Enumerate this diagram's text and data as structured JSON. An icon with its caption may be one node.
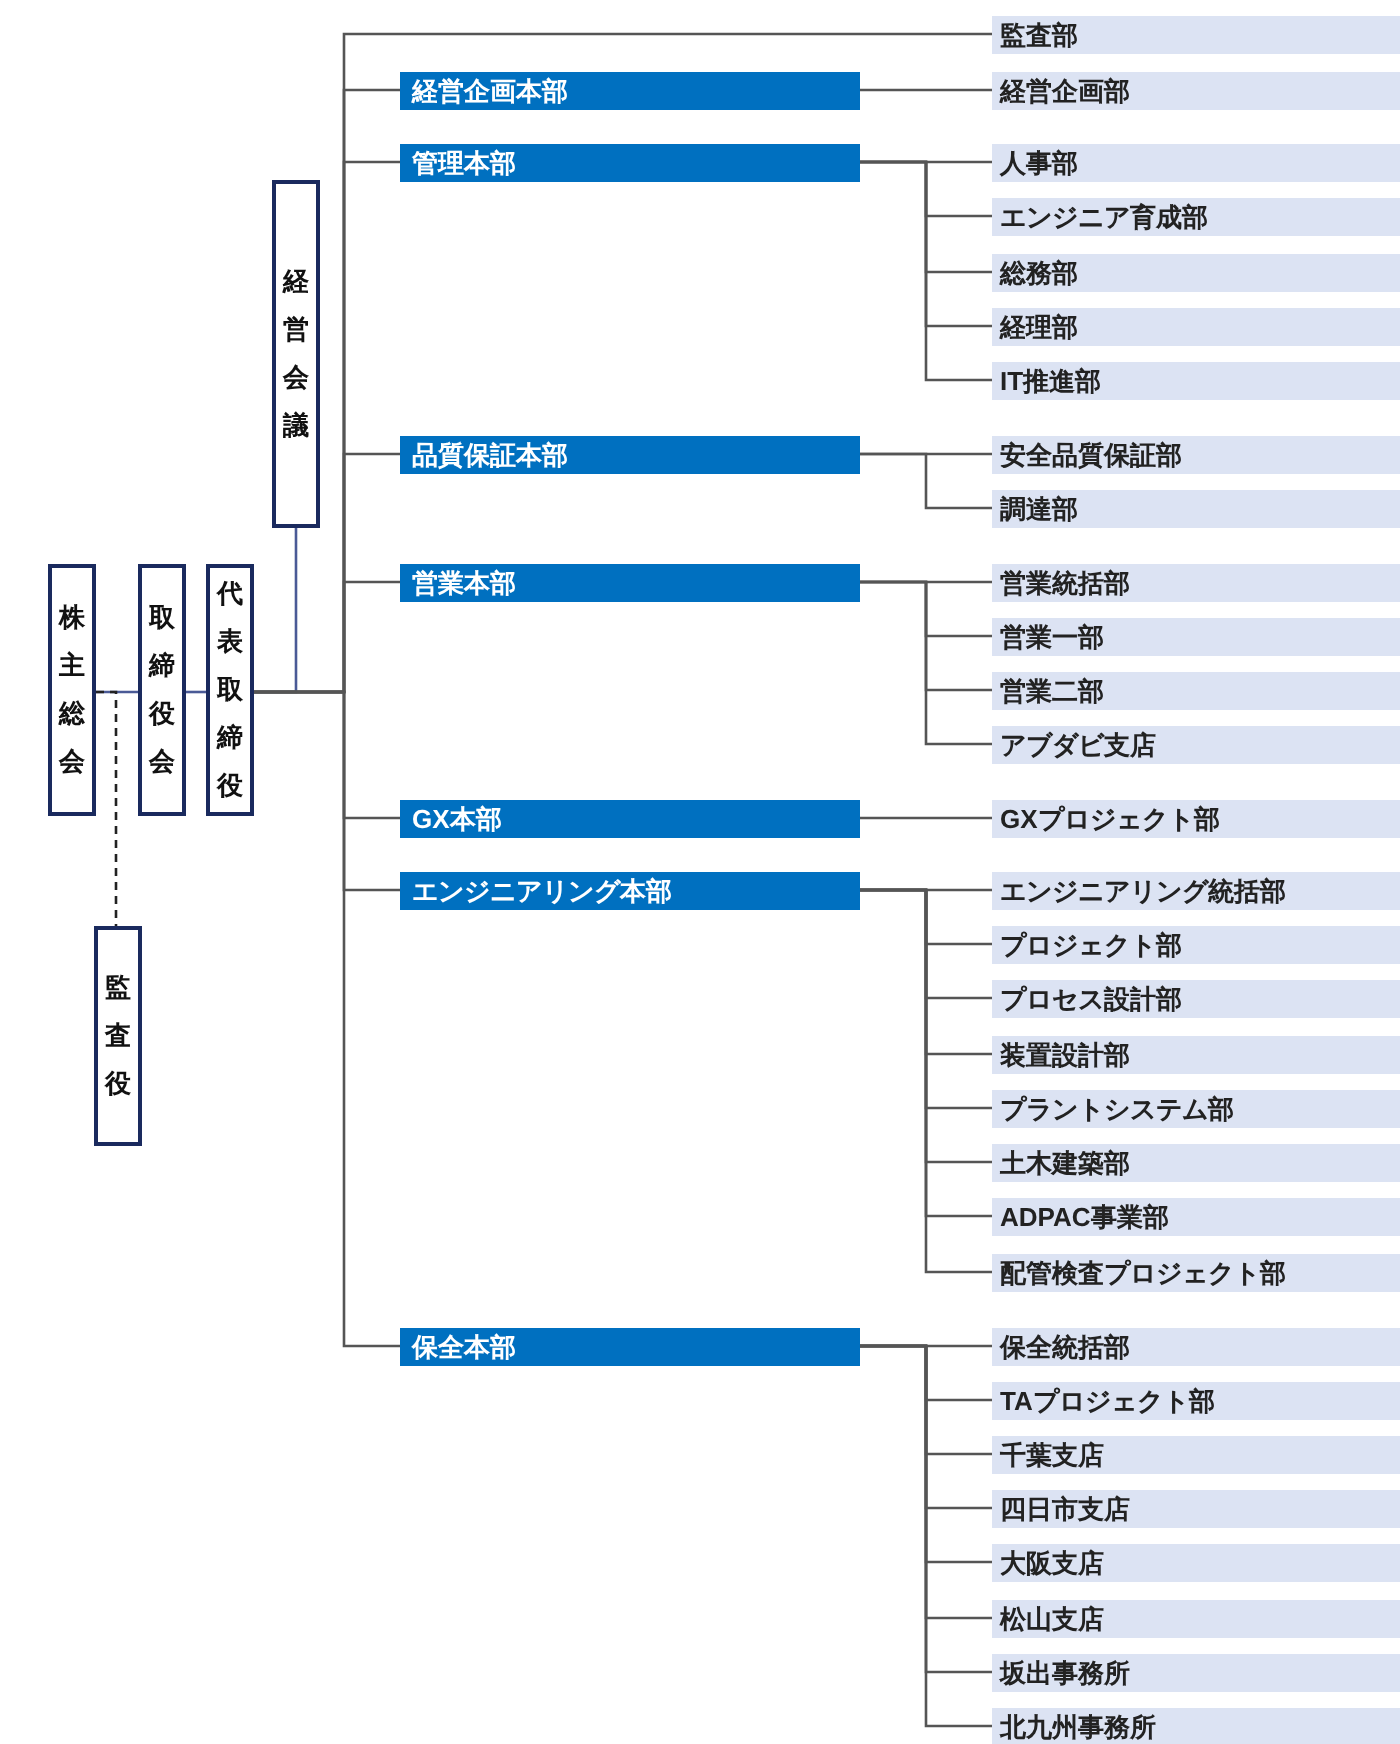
{
  "diagram": {
    "nodes": [
      {
        "text": [
          "株主総会"
        ]
      },
      {
        "text": [
          "取締役会"
        ]
      },
      {
        "text": [
          "代表取締役"
        ]
      },
      {
        "text": [
          "経営会議"
        ]
      },
      {
        "text": [
          "監査役"
        ]
      },
      {
        "text": [
          "監査部"
        ]
      },
      {
        "text": [
          "経営企画本部"
        ]
      },
      {
        "text": [
          "経営企画部"
        ]
      },
      {
        "text": [
          "管理本部"
        ]
      },
      {
        "text": [
          "人事部"
        ]
      },
      {
        "text": [
          "エンジニア育成部"
        ]
      },
      {
        "text": [
          "総務部"
        ]
      },
      {
        "text": [
          "経理部"
        ]
      },
      {
        "text": [
          "IT推進部"
        ]
      },
      {
        "text": [
          "品質保証本部"
        ]
      },
      {
        "text": [
          "安全品質保証部"
        ]
      },
      {
        "text": [
          "調達部"
        ]
      },
      {
        "text": [
          "営業本部"
        ]
      },
      {
        "text": [
          "営業統括部"
        ]
      },
      {
        "text": [
          "営業一部"
        ]
      },
      {
        "text": [
          "営業二部"
        ]
      },
      {
        "text": [
          "アブダビ支店"
        ]
      },
      {
        "text": [
          "GX本部"
        ]
      },
      {
        "text": [
          "GXプロジェクト部"
        ]
      },
      {
        "text": [
          "エンジニアリング本部"
        ]
      },
      {
        "text": [
          "エンジニアリング統括部"
        ]
      },
      {
        "text": [
          "プロジェクト部"
        ]
      },
      {
        "text": [
          "プロセス設計部"
        ]
      },
      {
        "text": [
          "装置設計部"
        ]
      },
      {
        "text": [
          "プラントシステム部"
        ]
      },
      {
        "text": [
          "土木建築部"
        ]
      },
      {
        "text": [
          "ADPAC事業部"
        ]
      },
      {
        "text": [
          "配管検査プロジェクト部"
        ]
      },
      {
        "text": [
          "保全本部"
        ]
      },
      {
        "text": [
          "保全統括部"
        ]
      },
      {
        "text": [
          "TAプロジェクト部"
        ]
      },
      {
        "text": [
          "千葉支店"
        ]
      },
      {
        "text": [
          "四日市支店"
        ]
      },
      {
        "text": [
          "大阪支店"
        ]
      },
      {
        "text": [
          "松山支店"
        ]
      },
      {
        "text": [
          "坂出事務所"
        ]
      },
      {
        "text": [
          "北九州事務所"
        ]
      }
    ],
    "edges": [
      {
        "from": 0,
        "to": 1,
        "arrow": "none",
        "color": "#4a5a96"
      },
      {
        "from": 1,
        "to": 2,
        "arrow": "none",
        "color": "#4a5a96"
      },
      {
        "from": 0,
        "to": 4,
        "arrow": "none",
        "style": "dashed",
        "color": "#222222"
      },
      {
        "from": 2,
        "to": 3,
        "arrow": "none",
        "color": "#4a5a96"
      },
      {
        "from": 2,
        "to": 5,
        "arrow": "none"
      },
      {
        "from": 2,
        "to": 6,
        "arrow": "none"
      },
      {
        "from": 2,
        "to": 8,
        "arrow": "none"
      },
      {
        "from": 2,
        "to": 14,
        "arrow": "none"
      },
      {
        "from": 2,
        "to": 17,
        "arrow": "none"
      },
      {
        "from": 2,
        "to": 22,
        "arrow": "none"
      },
      {
        "from": 2,
        "to": 24,
        "arrow": "none"
      },
      {
        "from": 2,
        "to": 33,
        "arrow": "none"
      },
      {
        "from": 6,
        "to": 7,
        "arrow": "none"
      },
      {
        "from": 8,
        "to": 9,
        "arrow": "none"
      },
      {
        "from": 8,
        "to": 10,
        "arrow": "none"
      },
      {
        "from": 8,
        "to": 11,
        "arrow": "none"
      },
      {
        "from": 8,
        "to": 12,
        "arrow": "none"
      },
      {
        "from": 8,
        "to": 13,
        "arrow": "none"
      },
      {
        "from": 14,
        "to": 15,
        "arrow": "none"
      },
      {
        "from": 14,
        "to": 16,
        "arrow": "none"
      },
      {
        "from": 17,
        "to": 18,
        "arrow": "none"
      },
      {
        "from": 17,
        "to": 19,
        "arrow": "none"
      },
      {
        "from": 17,
        "to": 20,
        "arrow": "none"
      },
      {
        "from": 17,
        "to": 21,
        "arrow": "none"
      },
      {
        "from": 22,
        "to": 23,
        "arrow": "none"
      },
      {
        "from": 24,
        "to": 25,
        "arrow": "none"
      },
      {
        "from": 24,
        "to": 26,
        "arrow": "none"
      },
      {
        "from": 24,
        "to": 27,
        "arrow": "none"
      },
      {
        "from": 24,
        "to": 28,
        "arrow": "none"
      },
      {
        "from": 24,
        "to": 29,
        "arrow": "none"
      },
      {
        "from": 24,
        "to": 30,
        "arrow": "none"
      },
      {
        "from": 24,
        "to": 31,
        "arrow": "none"
      },
      {
        "from": 24,
        "to": 32,
        "arrow": "none"
      },
      {
        "from": 33,
        "to": 34,
        "arrow": "none"
      },
      {
        "from": 33,
        "to": 35,
        "arrow": "none"
      },
      {
        "from": 33,
        "to": 36,
        "arrow": "none"
      },
      {
        "from": 33,
        "to": 37,
        "arrow": "none"
      },
      {
        "from": 33,
        "to": 38,
        "arrow": "none"
      },
      {
        "from": 33,
        "to": 39,
        "arrow": "none"
      },
      {
        "from": 33,
        "to": 40,
        "arrow": "none"
      },
      {
        "from": 33,
        "to": 41,
        "arrow": "none"
      }
    ]
  }
}
